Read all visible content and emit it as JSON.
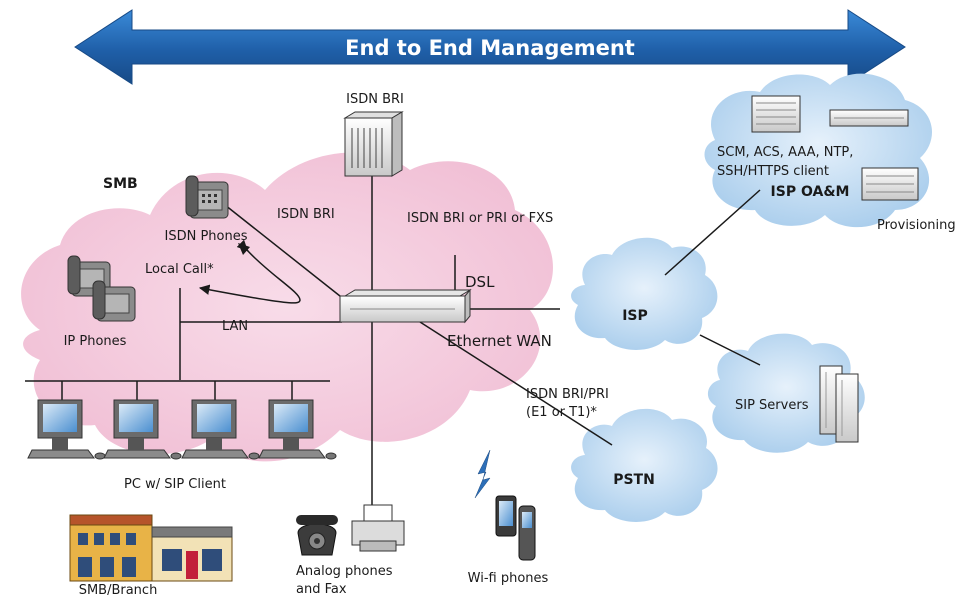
{
  "banner": {
    "title": "End to End Management"
  },
  "labels": {
    "smb": "SMB",
    "isdn_bri_top": "ISDN BRI",
    "isdn_bri_link": "ISDN BRI",
    "isdn_bri_pri_fxs": "ISDN BRI or PRI or FXS",
    "isdn_phones": "ISDN Phones",
    "local_call": "Local Call*",
    "lan": "LAN",
    "ip_phones": "IP Phones",
    "dsl": "DSL",
    "ethernet_wan": "Ethernet WAN",
    "isp": "ISP",
    "isdn_bri_pri_line1": "ISDN BRI/PRI",
    "isdn_bri_pri_line2": "(E1 or T1)*",
    "pstn": "PSTN",
    "sip_servers": "SIP Servers",
    "isp_services_line1": "SCM, ACS, AAA, NTP,",
    "isp_services_line2": "SSH/HTTPS client",
    "isp_oam": "ISP OA&M",
    "provisioning": "Provisioning",
    "pc_sip_client": "PC w/ SIP Client",
    "smb_branch": "SMB/Branch",
    "analog_line1": "Analog phones",
    "analog_line2": "and Fax",
    "wifi_phones": "Wi-fi phones"
  },
  "colors": {
    "banner_blue": "#1f5fa8",
    "smb_cloud_pink": "#f2c3d8",
    "wan_cloud_blue": "#b9d7f0",
    "line": "#1a1a1a"
  }
}
